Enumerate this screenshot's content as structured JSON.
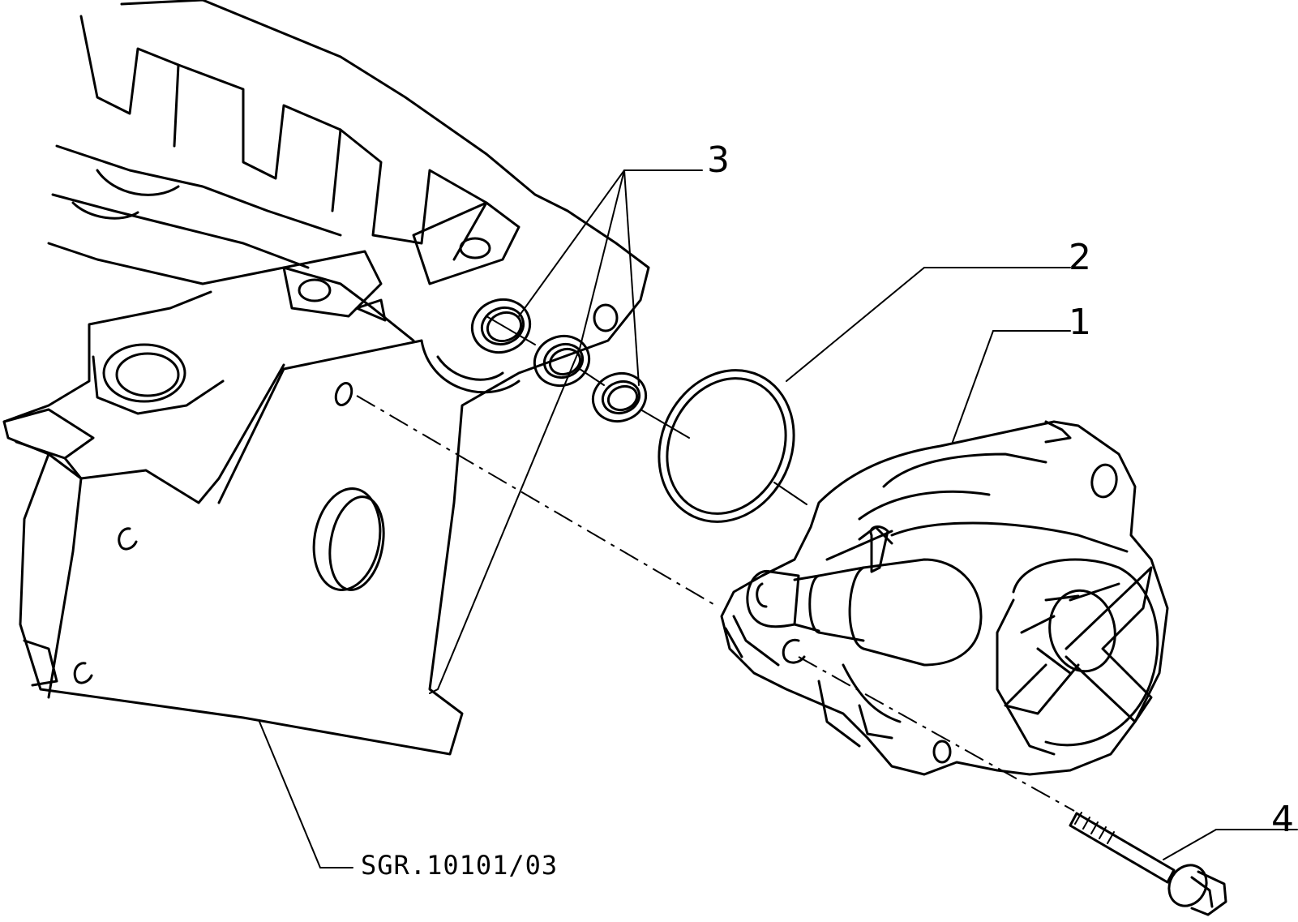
{
  "callouts": [
    {
      "id": "1",
      "label": "1"
    },
    {
      "id": "2",
      "label": "2"
    },
    {
      "id": "3",
      "label": "3"
    },
    {
      "id": "4",
      "label": "4"
    }
  ],
  "reference_code": "SGR.10101/03",
  "colors": {
    "line": "#000000",
    "background": "#ffffff"
  }
}
